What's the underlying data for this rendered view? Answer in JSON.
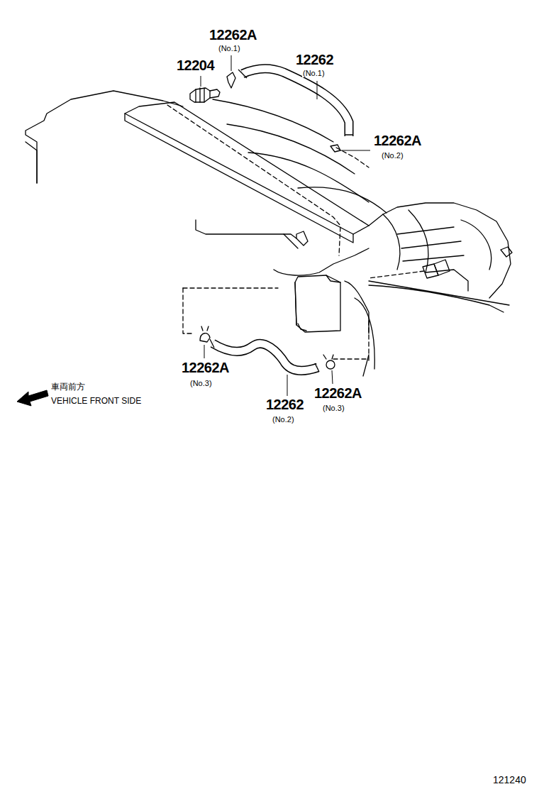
{
  "diagram": {
    "labels": [
      "12262A",
      "(No.1)",
      "12204",
      "12262",
      "(No.1)",
      "12262A",
      "(No.2)",
      "12262A",
      "(No.3)",
      "12262",
      "(No.2)",
      "12262A",
      "(No.3)",
      "車両前方",
      "VEHICLE FRONT SIDE",
      "121240"
    ]
  }
}
